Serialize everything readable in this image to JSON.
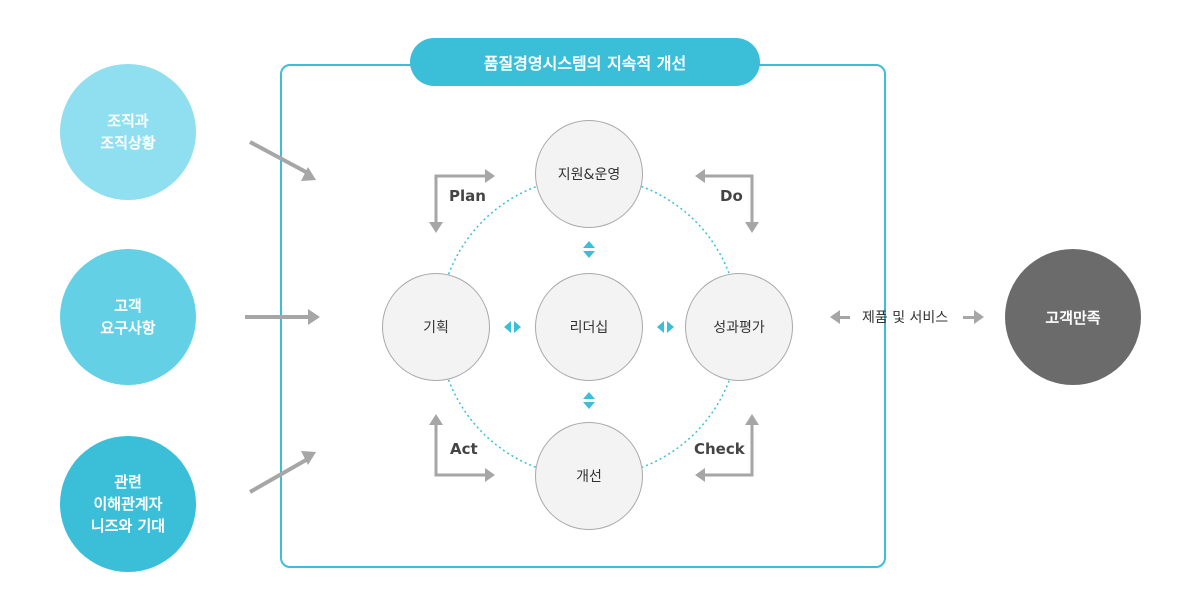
{
  "title": "품질경영시스템의 지속적 개선",
  "inputs": [
    {
      "label": "조직과\n조직상황",
      "color": "#8fdff0"
    },
    {
      "label": "고객\n요구사항",
      "color": "#63d0e6"
    },
    {
      "label": "관련\n이해관계자\n니즈와 기대",
      "color": "#3bbfd9"
    }
  ],
  "nodes": {
    "top": "지원&운영",
    "left": "기획",
    "center": "리더십",
    "right": "성과평가",
    "bottom": "개선"
  },
  "phases": {
    "plan": "Plan",
    "do": "Do",
    "act": "Act",
    "check": "Check"
  },
  "product_label": "제품 및 서비스",
  "satisfaction": "고객만족",
  "colors": {
    "accent": "#3bbfd9",
    "arrow_gray": "#a6a6a6",
    "satisfaction_bg": "#6b6b6b"
  }
}
